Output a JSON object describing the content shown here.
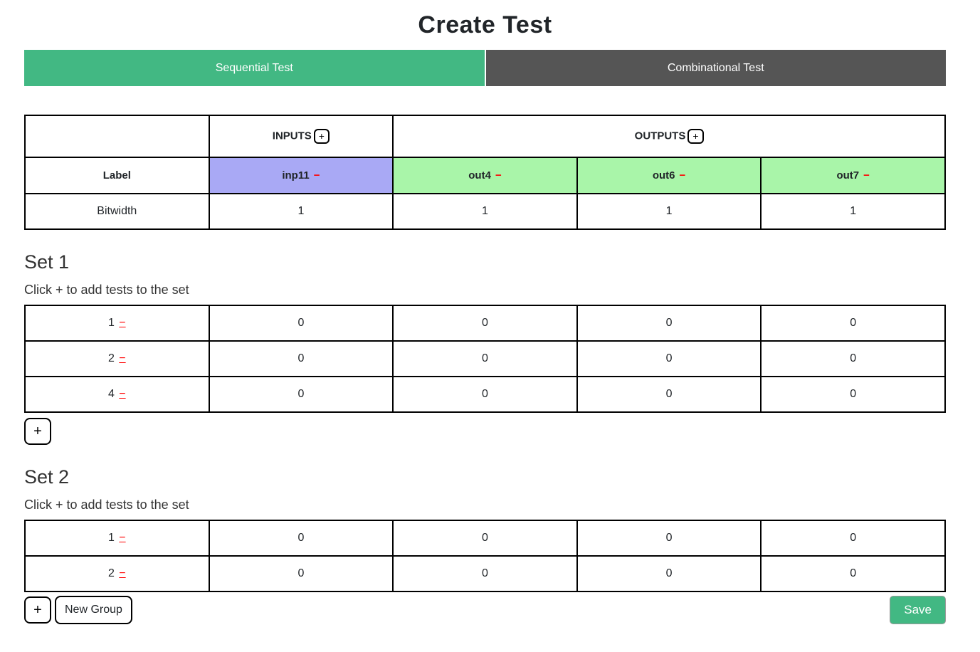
{
  "page": {
    "title": "Create Test"
  },
  "tabs": [
    {
      "label": "Sequential Test",
      "active": true
    },
    {
      "label": "Combinational Test",
      "active": false
    }
  ],
  "colors": {
    "accent_green": "#42b883",
    "tab_inactive_gray": "#555555",
    "input_header_bg": "#a9a9f5",
    "output_header_bg": "#a9f5a9",
    "remove_red": "#ff0000"
  },
  "schema_table": {
    "inputs_header": "INPUTS",
    "outputs_header": "OUTPUTS",
    "add_button_label": "+",
    "label_row_header": "Label",
    "bitwidth_row_header": "Bitwidth",
    "remove_label": "−",
    "inputs": [
      {
        "name": "inp11",
        "bitwidth": "1"
      }
    ],
    "outputs": [
      {
        "name": "out4",
        "bitwidth": "1"
      },
      {
        "name": "out6",
        "bitwidth": "1"
      },
      {
        "name": "out7",
        "bitwidth": "1"
      }
    ]
  },
  "sets": [
    {
      "title": "Set 1",
      "hint": "Click + to add tests to the set",
      "add_button_label": "+",
      "rows": [
        {
          "label": "1",
          "values": [
            "0",
            "0",
            "0",
            "0"
          ]
        },
        {
          "label": "2",
          "values": [
            "0",
            "0",
            "0",
            "0"
          ]
        },
        {
          "label": "4",
          "values": [
            "0",
            "0",
            "0",
            "0"
          ]
        }
      ]
    },
    {
      "title": "Set 2",
      "hint": "Click + to add tests to the set",
      "add_button_label": "+",
      "rows": [
        {
          "label": "1",
          "values": [
            "0",
            "0",
            "0",
            "0"
          ]
        },
        {
          "label": "2",
          "values": [
            "0",
            "0",
            "0",
            "0"
          ]
        }
      ]
    }
  ],
  "footer": {
    "add_set_label": "+",
    "new_group_label": "New Group",
    "save_label": "Save"
  }
}
